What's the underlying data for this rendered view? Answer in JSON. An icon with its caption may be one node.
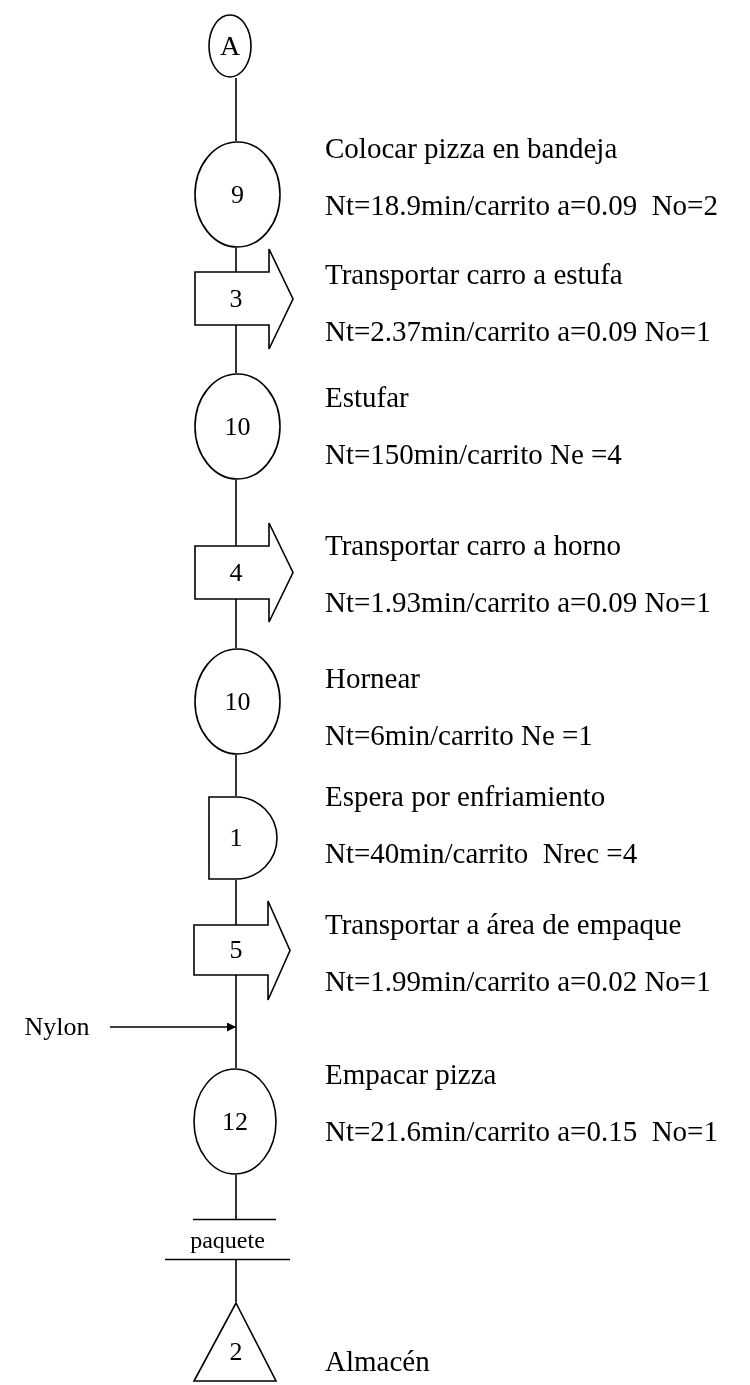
{
  "diagram": {
    "nodes": [
      {
        "text": [
          "A"
        ]
      },
      {
        "text": [
          "9"
        ],
        "beside": [
          "Colocar pizza en bandeja",
          "Nt=18.9min/carrito a=0.09  No=2"
        ]
      },
      {
        "text": [
          "3"
        ],
        "beside": [
          "Transportar carro a estufa",
          "Nt=2.37min/carrito a=0.09 No=1"
        ]
      },
      {
        "text": [
          "10"
        ],
        "beside": [
          "Estufar",
          "Nt=150min/carrito Ne =4"
        ]
      },
      {
        "text": [
          "4"
        ],
        "beside": [
          "Transportar carro a horno",
          "Nt=1.93min/carrito a=0.09 No=1"
        ]
      },
      {
        "text": [
          "10"
        ],
        "beside": [
          "Hornear",
          "Nt=6min/carrito Ne =1"
        ]
      },
      {
        "text": [
          "1"
        ],
        "beside": [
          "Espera por enfriamiento",
          "Nt=40min/carrito  Nrec =4"
        ]
      },
      {
        "text": [
          "5"
        ],
        "beside": [
          "Transportar a área de empaque",
          "Nt=1.99min/carrito a=0.02 No=1"
        ]
      },
      {
        "text": [
          "Nylon"
        ]
      },
      {
        "text": [
          "12"
        ],
        "beside": [
          "Empacar pizza",
          "Nt=21.6min/carrito a=0.15  No=1"
        ]
      },
      {
        "text": [
          "paquete"
        ]
      },
      {
        "text": [
          "2"
        ],
        "beside": [
          "Almacén"
        ]
      }
    ],
    "edges": [
      {
        "from": 0,
        "to": 1,
        "arrow": "none"
      },
      {
        "from": 1,
        "to": 2,
        "arrow": "none"
      },
      {
        "from": 2,
        "to": 3,
        "arrow": "none"
      },
      {
        "from": 3,
        "to": 4,
        "arrow": "none"
      },
      {
        "from": 4,
        "to": 5,
        "arrow": "none"
      },
      {
        "from": 5,
        "to": 6,
        "arrow": "none"
      },
      {
        "from": 6,
        "to": 7,
        "arrow": "none"
      },
      {
        "from": 7,
        "to": 9,
        "arrow": "none"
      },
      {
        "from": 8,
        "to": null,
        "arrow": "to"
      },
      {
        "from": 9,
        "to": 10,
        "arrow": "none"
      },
      {
        "from": 10,
        "to": 11,
        "arrow": "none"
      }
    ]
  }
}
